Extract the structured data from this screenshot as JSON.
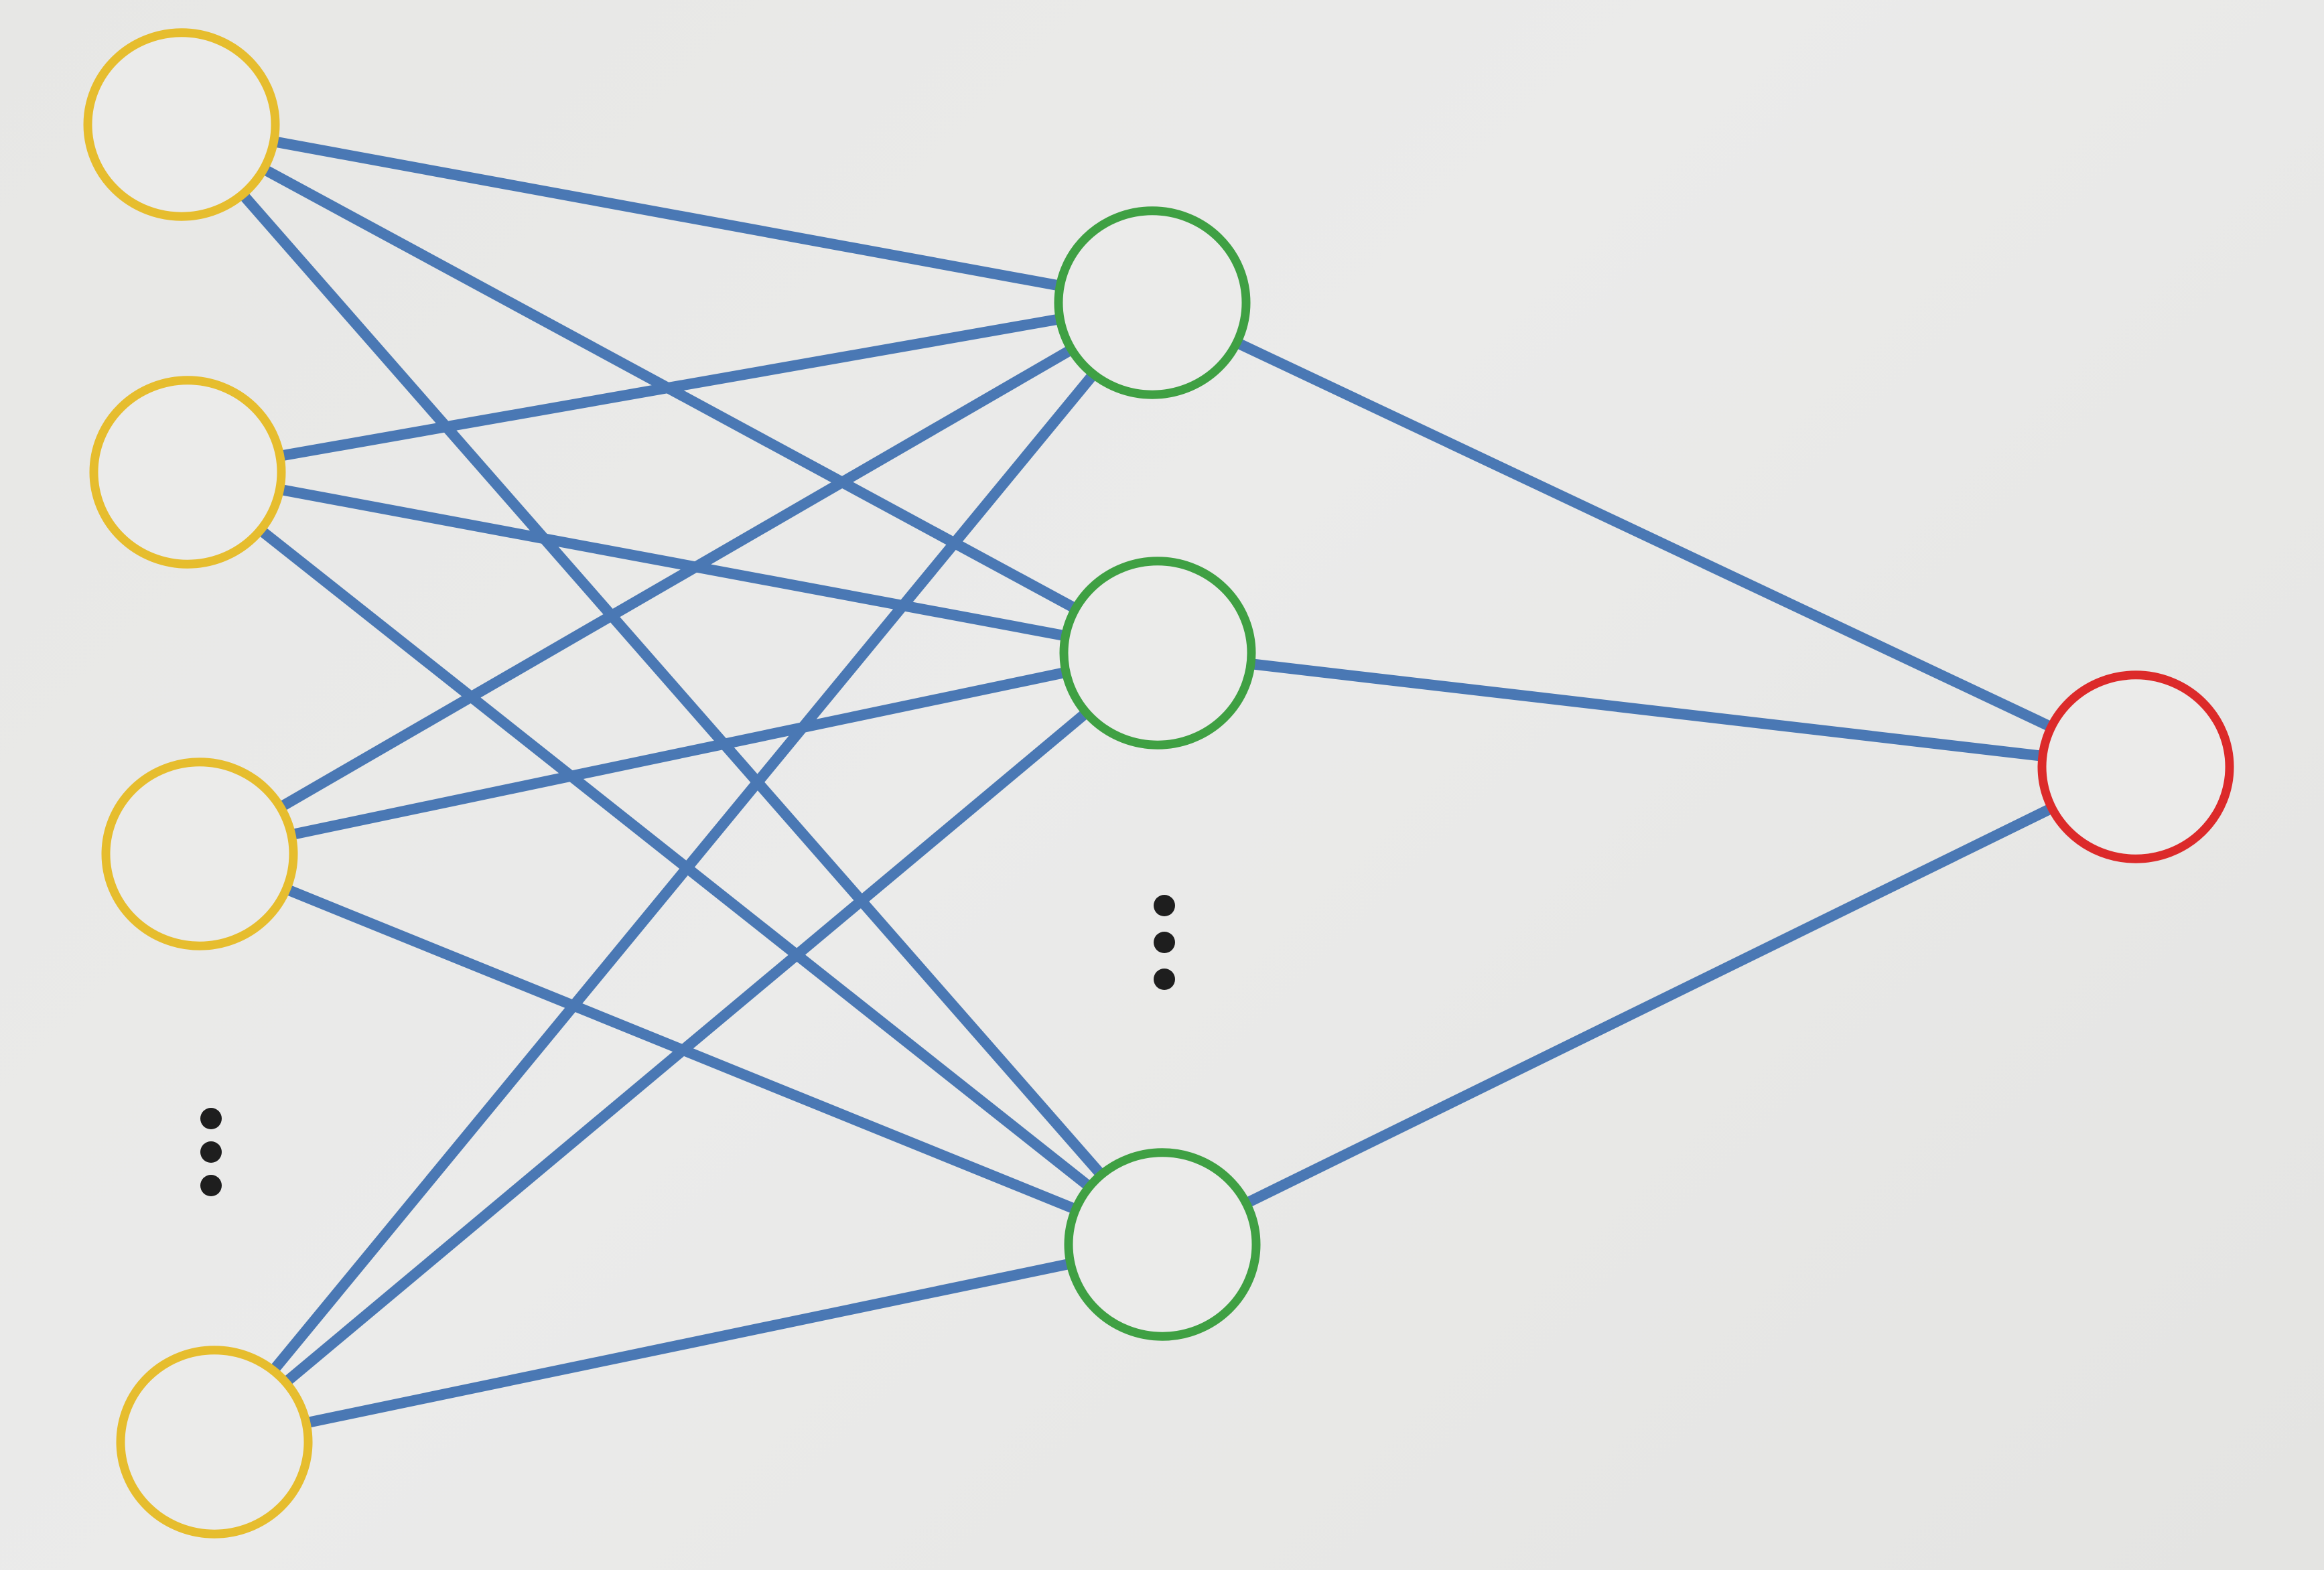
{
  "diagram": {
    "type": "feedforward-neural-network",
    "colors": {
      "input_node": "#e6bd2e",
      "hidden_node": "#3fa043",
      "output_node": "#dc2a2a",
      "edge": "#4a78b4",
      "ellipsis": "#1e1e1e"
    },
    "layers": [
      {
        "name": "input",
        "visible_nodes": 4,
        "has_ellipsis": true
      },
      {
        "name": "hidden",
        "visible_nodes": 3,
        "has_ellipsis": true
      },
      {
        "name": "output",
        "visible_nodes": 1,
        "has_ellipsis": false
      }
    ],
    "connectivity": "fully-connected"
  }
}
